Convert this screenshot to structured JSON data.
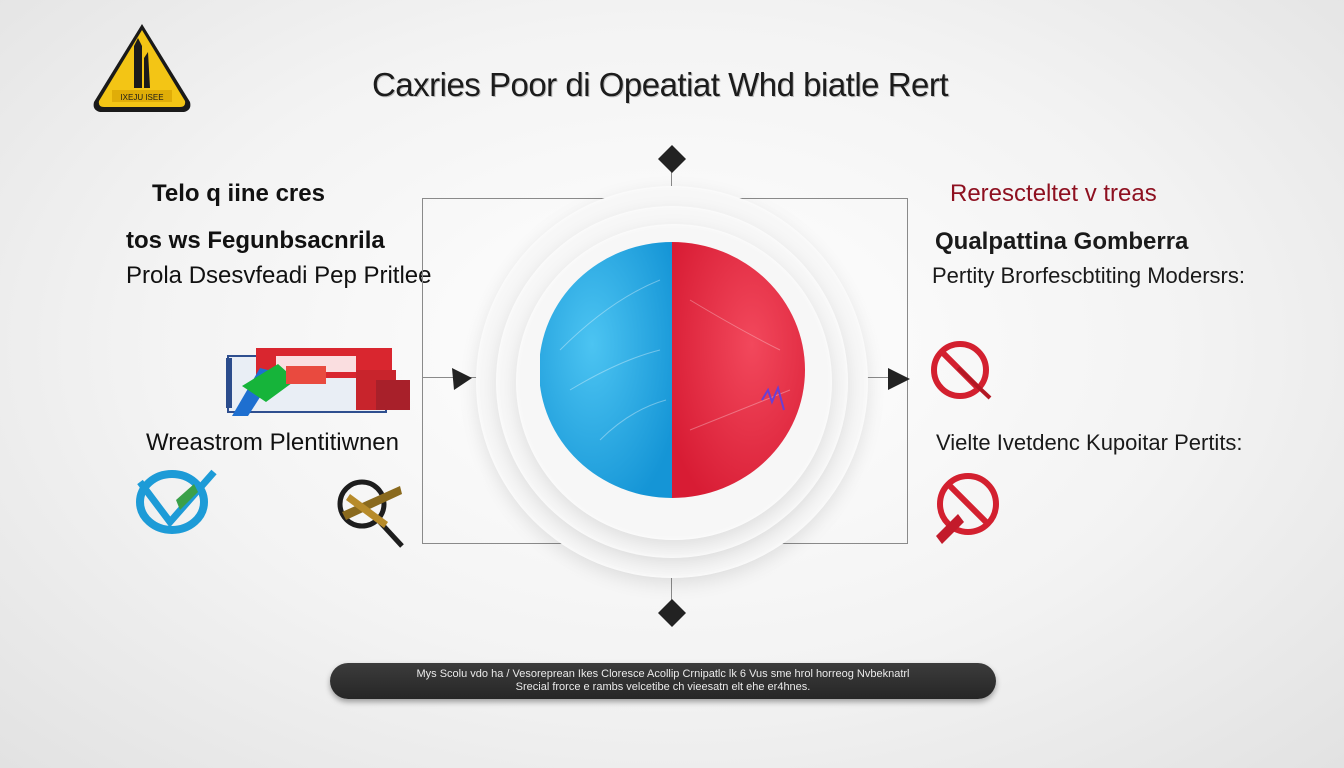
{
  "title": "Caxries Poor di Opeatiat Whd biatle Rert",
  "left_panel": {
    "heading": "Telo q iine cres",
    "line1": "tos ws Fegunbsacnrila",
    "line2": "Prola Dsesvfeadi Pep Pritlee",
    "caption": "Wreastrom Plentitiwnen"
  },
  "right_panel": {
    "heading": "Rerescteltet v treas",
    "line1": "Qualpattina Gomberra",
    "line2": "Pertity Brorfescbtiting Modersrs:",
    "caption": "Vielte Ivetdenc Kupoitar Pertits:"
  },
  "footer": {
    "line1": "Mys Scolu vdo ha / Vesoreprean Ikes Cloresce Acollip Crnipatlc lk 6 Vus sme hrol horreog Nvbeknatrl",
    "line2": "Srecial frorce e rambs velcetibe ch vieesatn elt ehe er4hnes."
  },
  "warning_sign": {
    "label": "IXEJU ISEE"
  },
  "colors": {
    "blue_half": "#1fa9e6",
    "red_half": "#e8233f",
    "dark_red_text": "#8e1020",
    "prohibit_red": "#d3202f",
    "sign_yellow": "#f3c515",
    "footer_bg": "#2e2e2e"
  },
  "icons": [
    "warning-sign-icon",
    "check-mark-icon",
    "magnifier-icon",
    "prohibited-icon",
    "chart-icon"
  ]
}
